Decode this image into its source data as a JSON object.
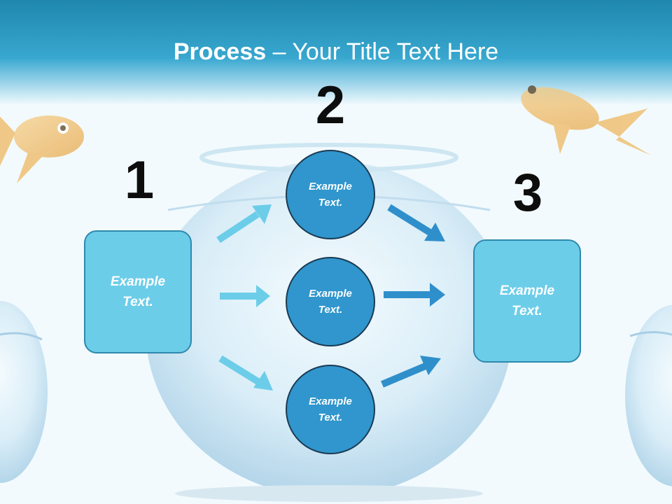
{
  "header": {
    "title_bold": "Process",
    "title_rest": " – Your Title Text Here"
  },
  "steps": {
    "one": "1",
    "two": "2",
    "three": "3"
  },
  "nodes": {
    "left_box": "Example\nText.",
    "circle_top": "Example\nText.",
    "circle_middle": "Example\nText.",
    "circle_bottom": "Example\nText.",
    "right_box": "Example\nText."
  },
  "colors": {
    "header": "#38a7cf",
    "box_fill": "#6ccde9",
    "circle_fill": "#3096cd",
    "arrow_light": "#6ccde9",
    "arrow_dark": "#2f8fcb"
  }
}
